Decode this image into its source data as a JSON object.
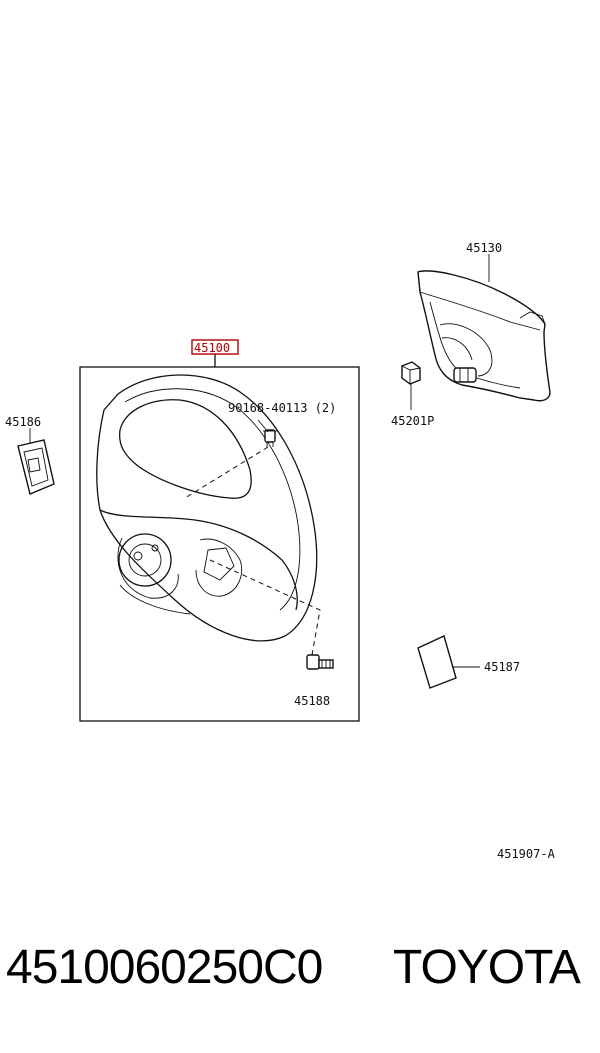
{
  "callouts": {
    "steering_wheel": "45100",
    "pad_assembly": "45130",
    "screw": "90168-40113 (2)",
    "cover_left": "45186",
    "nut": "45201P",
    "bolt": "45188",
    "cover_right": "45187",
    "figure_id": "451907-A"
  },
  "caption": {
    "part_number": "4510060250C0",
    "brand": "TOYOTA"
  },
  "colors": {
    "highlight": "#b00000",
    "line": "#111111"
  }
}
